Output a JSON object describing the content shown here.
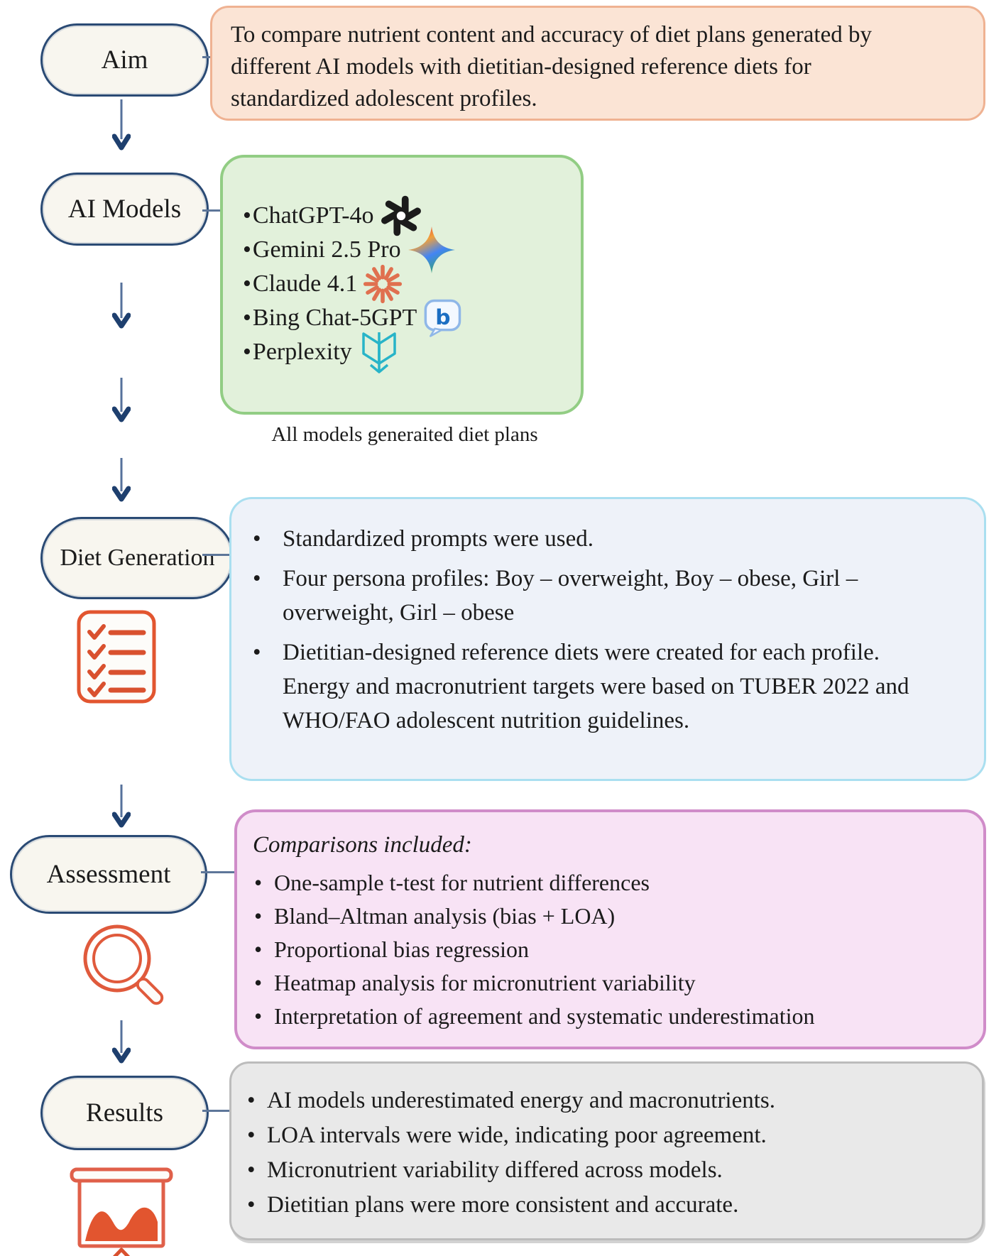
{
  "steps": {
    "aim": {
      "label": "Aim"
    },
    "ai_models": {
      "label": "AI Models"
    },
    "diet_generation": {
      "label": "Diet Generation"
    },
    "assessment": {
      "label": "Assessment"
    },
    "results": {
      "label": "Results"
    }
  },
  "aim_box": {
    "text": "To compare nutrient content and accuracy of diet plans generated by different AI models with dietitian-designed reference diets for standardized adolescent profiles."
  },
  "models_box": {
    "items": [
      {
        "name": "ChatGPT-4o",
        "icon": "openai-logo"
      },
      {
        "name": "Gemini 2.5 Pro",
        "icon": "gemini-logo"
      },
      {
        "name": "Claude 4.1",
        "icon": "claude-logo"
      },
      {
        "name": "Bing Chat-5GPT",
        "icon": "bing-logo"
      },
      {
        "name": "Perplexity",
        "icon": "perplexity-logo"
      }
    ],
    "bing_glyph": "b",
    "caption": "All models generaited diet plans"
  },
  "diet_box": {
    "bullets": [
      "Standardized prompts were used.",
      "Four persona profiles: Boy – overweight, Boy – obese, Girl – overweight, Girl – obese",
      "Dietitian-designed reference diets were created for each profile. Energy and macronutrient targets were based on TUBER 2022 and WHO/FAO adolescent nutrition guidelines."
    ]
  },
  "assessment_box": {
    "heading": "Comparisons included:",
    "bullets": [
      "One-sample t-test for nutrient differences",
      "Bland–Altman analysis (bias + LOA)",
      "Proportional bias regression",
      "Heatmap analysis for micronutrient variability",
      "Interpretation of agreement and systematic underestimation"
    ]
  },
  "results_box": {
    "bullets": [
      "AI models underestimated energy and macronutrients.",
      "LOA intervals were wide, indicating poor agreement.",
      "Micronutrient variability differed across models.",
      "Dietitian plans were more consistent and accurate."
    ]
  },
  "colors": {
    "aim_box_fill": "#fbe4d5",
    "aim_box_border": "#efb292",
    "models_box_fill": "#e2f1db",
    "models_box_border": "#92cd84",
    "diet_box_fill": "#eef2f9",
    "diet_box_border": "#aadff0",
    "assessment_box_fill": "#f8e3f5",
    "assessment_box_border": "#d08cc9",
    "results_box_fill": "#e9e9e9",
    "results_box_border": "#bcbcbc",
    "pill_fill": "#f8f6ef",
    "pill_border": "#2a4a74",
    "arrow": "#1e3f6e",
    "icon_accent": "#e2552f"
  }
}
